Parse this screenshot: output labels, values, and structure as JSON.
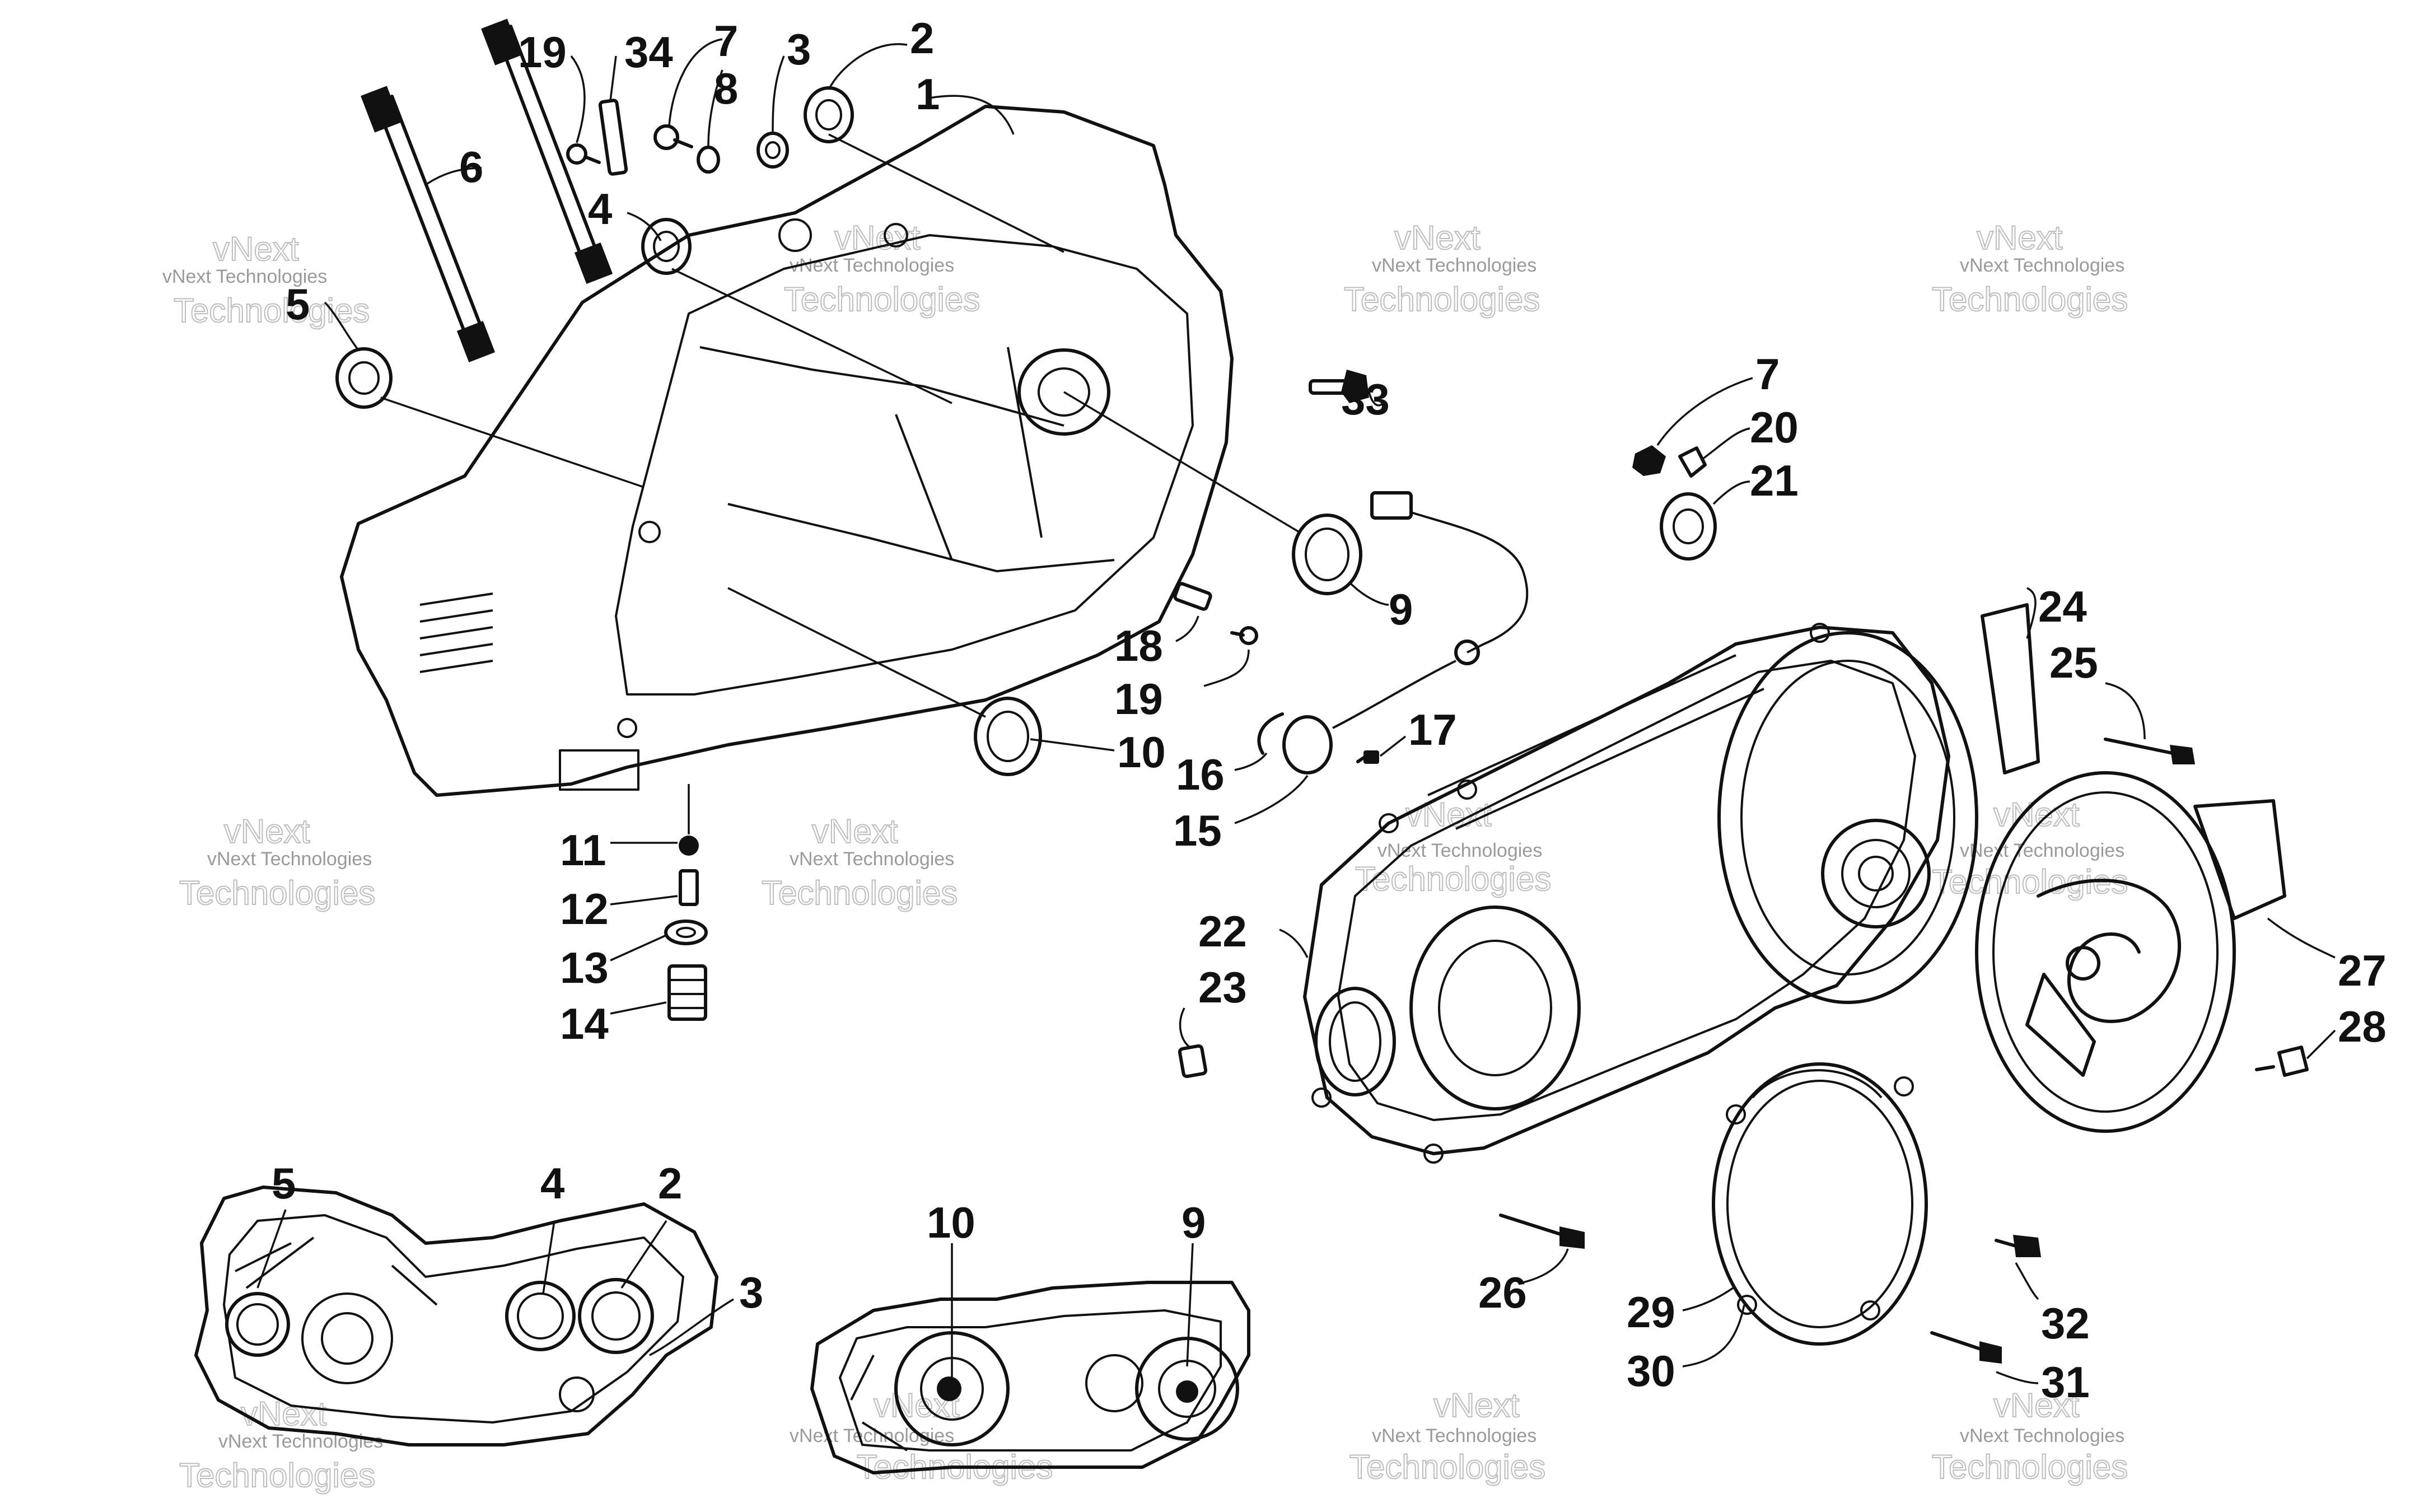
{
  "watermark": {
    "line1": "vNext Technologies",
    "line2": "vNext",
    "line3": "Technologies"
  },
  "callouts": {
    "c1": "1",
    "c2": "2",
    "c3": "3",
    "c4": "4",
    "c5": "5",
    "c6": "6",
    "c7": "7",
    "c8": "8",
    "c9": "9",
    "c10": "10",
    "c11": "11",
    "c12": "12",
    "c13": "13",
    "c14": "14",
    "c15": "15",
    "c16": "16",
    "c17": "17",
    "c18": "18",
    "c19": "19",
    "c20": "20",
    "c21": "21",
    "c22": "22",
    "c23": "23",
    "c24": "24",
    "c25": "25",
    "c26": "26",
    "c27": "27",
    "c28": "28",
    "c29": "29",
    "c30": "30",
    "c31": "31",
    "c32": "32",
    "c33": "33",
    "c34": "34"
  }
}
